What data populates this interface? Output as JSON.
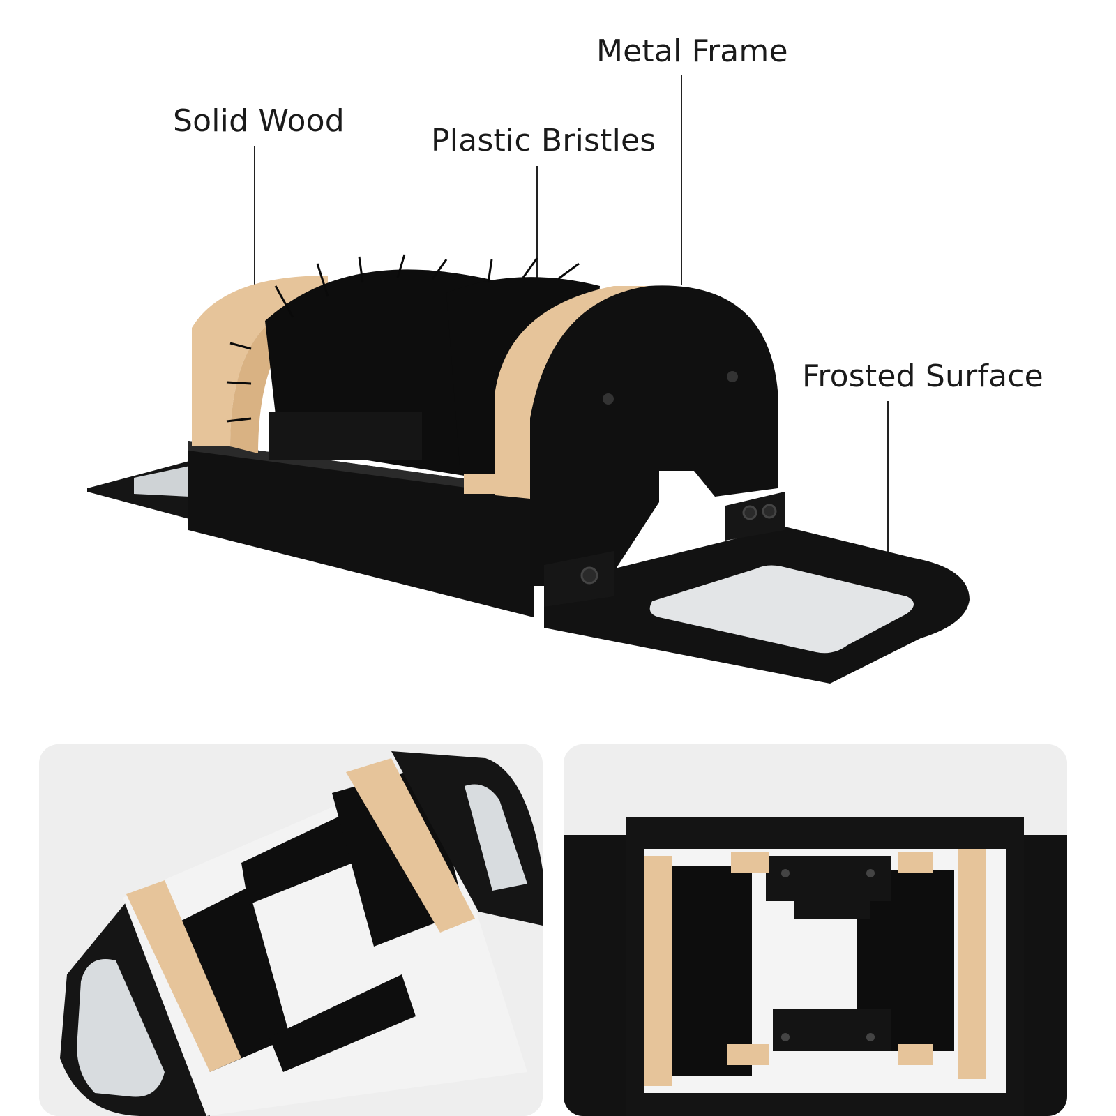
{
  "callouts": {
    "solid_wood": "Solid Wood",
    "plastic_bristles": "Plastic Bristles",
    "metal_frame": "Metal Frame",
    "frosted_surface": "Frosted Surface"
  },
  "colors": {
    "wood": "#e8c9a0",
    "metal": "#141414",
    "bristle": "#0d0d0d",
    "frosted": "#e4e6e8"
  }
}
